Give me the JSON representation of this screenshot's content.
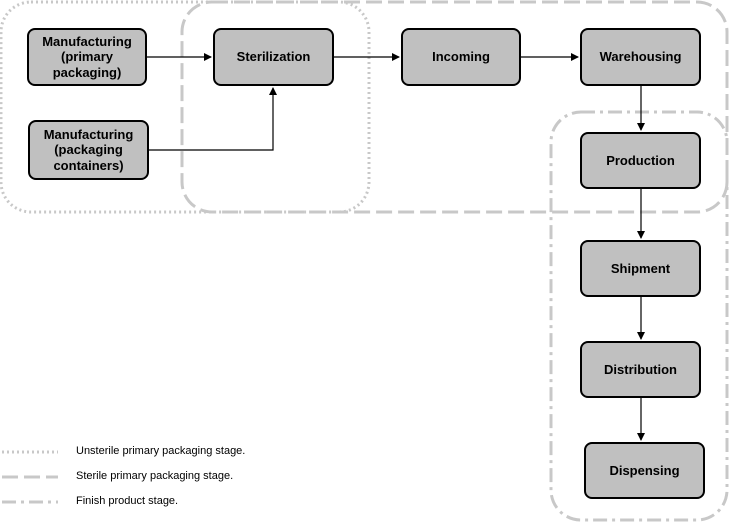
{
  "nodes": {
    "mfg_primary": "Manufacturing\n(primary\npackaging)",
    "mfg_containers": "Manufacturing\n(packaging\ncontainers)",
    "sterilization": "Sterilization",
    "incoming": "Incoming",
    "warehousing": "Warehousing",
    "production": "Production",
    "shipment": "Shipment",
    "distribution": "Distribution",
    "dispensing": "Dispensing"
  },
  "legend": {
    "unsterile": "Unsterile primary packaging stage.",
    "sterile": "Sterile primary packaging stage.",
    "finish": "Finish product stage."
  },
  "colors": {
    "box_fill": "#c0c0c0",
    "border": "#000000",
    "region_stroke": "#c8c8c8"
  }
}
